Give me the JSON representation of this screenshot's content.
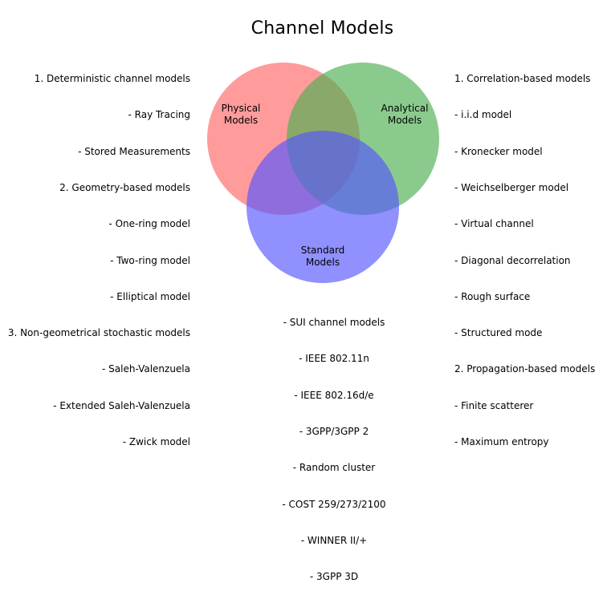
{
  "title": "Channel Models",
  "sets": [
    {
      "name": "physical",
      "label_lines": [
        "Physical",
        "Models"
      ],
      "color": "#ff6666"
    },
    {
      "name": "analytical",
      "label_lines": [
        "Analytical",
        "Models"
      ],
      "color": "#4caf50"
    },
    {
      "name": "standard",
      "label_lines": [
        "Standard",
        "Models"
      ],
      "color": "#5555ff"
    }
  ],
  "fill_opacity": 0.65,
  "lists": {
    "left": [
      "1. Deterministic channel models",
      "- Ray Tracing",
      "- Stored Measurements",
      "2. Geometry-based models",
      "- One-ring model",
      "- Two-ring model",
      "- Elliptical model",
      "3. Non-geometrical stochastic models",
      "- Saleh-Valenzuela",
      "- Extended Saleh-Valenzuela",
      "- Zwick model"
    ],
    "right": [
      "1. Correlation-based models",
      "- i.i.d model",
      "- Kronecker model",
      "- Weichselberger model",
      "- Virtual channel",
      "- Diagonal decorrelation",
      "- Rough surface",
      "- Structured mode",
      "2. Propagation-based models",
      "- Finite scatterer",
      "- Maximum entropy"
    ],
    "bottom": [
      "- SUI channel models",
      "- IEEE 802.11n",
      "- IEEE 802.16d/e",
      "- 3GPP/3GPP 2",
      "- Random cluster",
      "- COST 259/273/2100",
      "- WINNER II/+",
      "- 3GPP 3D"
    ]
  }
}
